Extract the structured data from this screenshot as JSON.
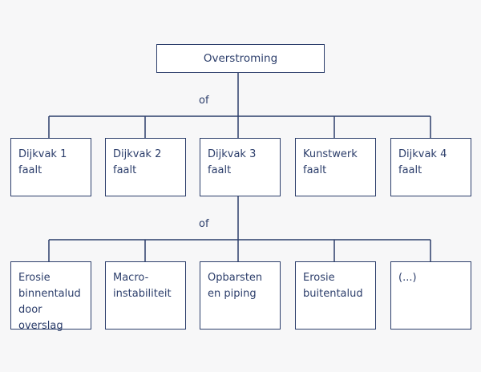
{
  "diagram": {
    "root": {
      "label": "Overstroming"
    },
    "gate_top": "of",
    "level1": [
      {
        "label": "Dijkvak 1\nfaalt"
      },
      {
        "label": "Dijkvak 2\nfaalt"
      },
      {
        "label": "Dijkvak 3\nfaalt"
      },
      {
        "label": "Kunstwerk\nfaalt"
      },
      {
        "label": "Dijkvak 4\nfaalt"
      }
    ],
    "gate_bottom": "of",
    "level2": [
      {
        "label": "Erosie\nbinnentalud\ndoor overslag"
      },
      {
        "label": "Macro-\ninstabiliteit"
      },
      {
        "label": "Opbarsten\nen piping"
      },
      {
        "label": "Erosie\nbuitentalud"
      },
      {
        "label": "(...)"
      }
    ],
    "colors": {
      "line": "#2c3e6b",
      "box_border": "#2c3e6b",
      "text": "#2c3e6b",
      "box_fill": "#ffffff",
      "background": "#f7f7f8"
    }
  }
}
